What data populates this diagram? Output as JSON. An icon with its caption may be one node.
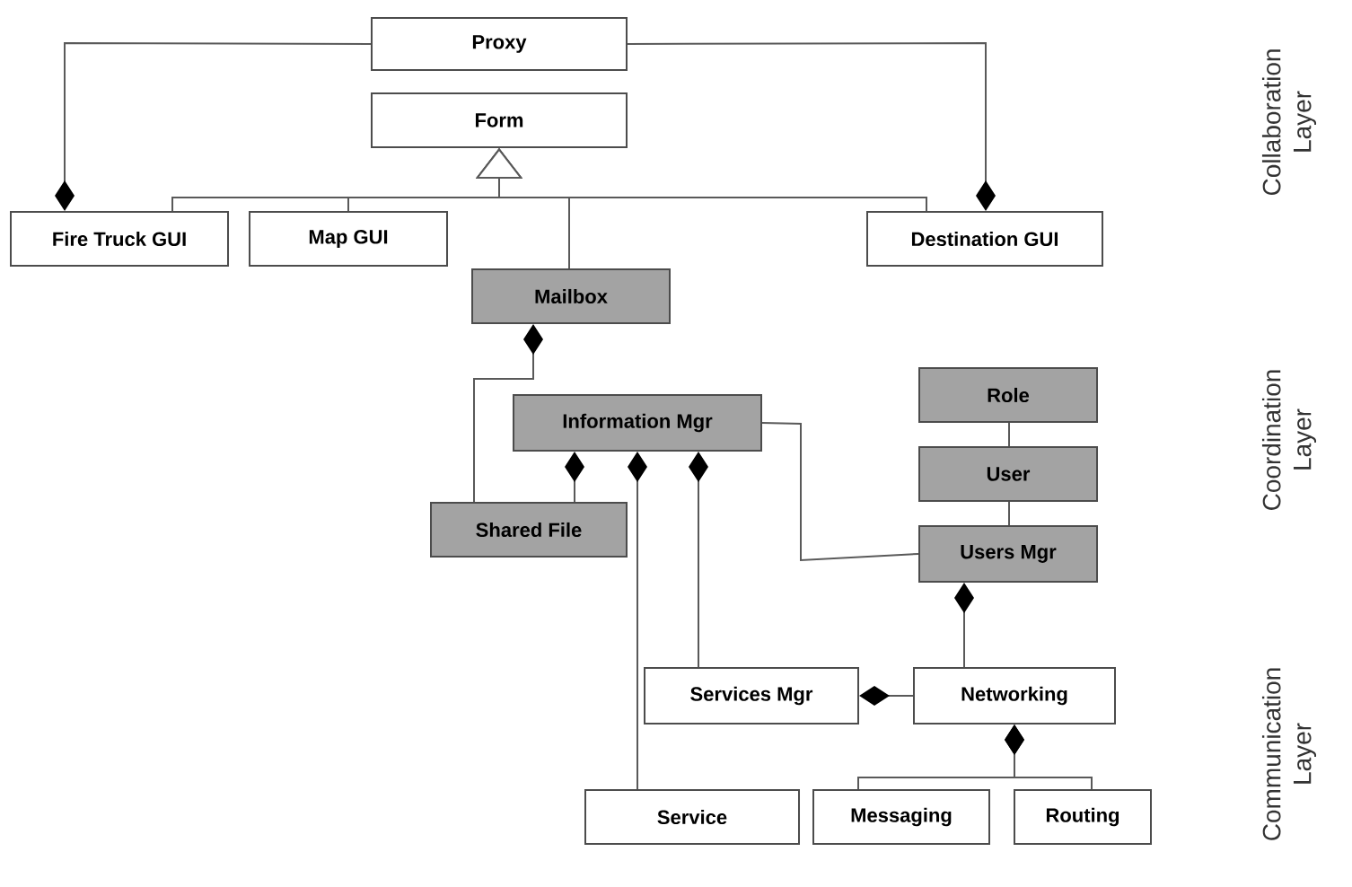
{
  "diagram": {
    "nodes": [
      {
        "text": [
          "Proxy"
        ]
      },
      {
        "text": [
          "Form"
        ]
      },
      {
        "text": [
          "Fire Truck GUI"
        ]
      },
      {
        "text": [
          "Map GUI"
        ]
      },
      {
        "text": [
          "Destination GUI"
        ]
      },
      {
        "text": [
          "Mailbox"
        ]
      },
      {
        "text": [
          "Information Mgr"
        ]
      },
      {
        "text": [
          "Role"
        ]
      },
      {
        "text": [
          "User"
        ]
      },
      {
        "text": [
          "Users Mgr"
        ]
      },
      {
        "text": [
          "Shared File"
        ]
      },
      {
        "text": [
          "Services Mgr"
        ]
      },
      {
        "text": [
          "Networking"
        ]
      },
      {
        "text": [
          "Service"
        ]
      },
      {
        "text": [
          "Messaging"
        ]
      },
      {
        "text": [
          "Routing"
        ]
      }
    ],
    "edges": [
      {
        "from": 0,
        "to": 2,
        "arrow": "other"
      },
      {
        "from": 0,
        "to": 4,
        "arrow": "other"
      },
      {
        "from": 2,
        "to": 1,
        "arrow": "to"
      },
      {
        "from": 3,
        "to": 1,
        "arrow": "to"
      },
      {
        "from": 4,
        "to": 1,
        "arrow": "to"
      },
      {
        "from": 5,
        "to": 1,
        "arrow": "to"
      },
      {
        "from": 10,
        "to": 5,
        "arrow": "other"
      },
      {
        "from": 10,
        "to": 6,
        "arrow": "other"
      },
      {
        "from": 13,
        "to": 6,
        "arrow": "other"
      },
      {
        "from": 11,
        "to": 6,
        "arrow": "other"
      },
      {
        "from": 6,
        "to": 9,
        "arrow": "none"
      },
      {
        "from": 7,
        "to": 8,
        "arrow": "none"
      },
      {
        "from": 8,
        "to": 9,
        "arrow": "none"
      },
      {
        "from": 12,
        "to": 9,
        "arrow": "other"
      },
      {
        "from": 12,
        "to": 11,
        "arrow": "other"
      },
      {
        "from": 14,
        "to": 12,
        "arrow": "other"
      },
      {
        "from": 15,
        "to": 12,
        "arrow": "other"
      }
    ],
    "labels": [
      "Collaboration Layer",
      "Coordination Layer",
      "Communication Layer"
    ]
  }
}
